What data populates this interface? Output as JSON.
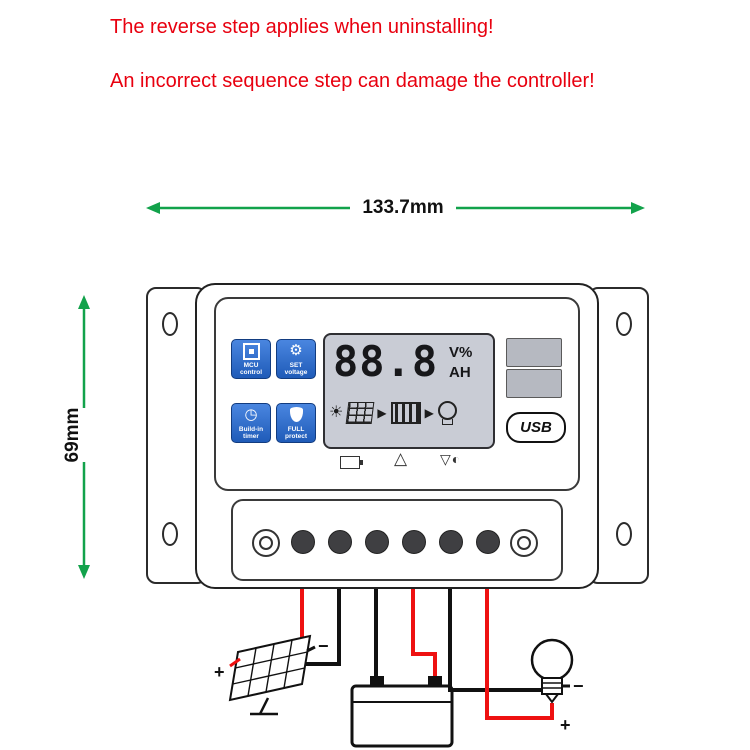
{
  "warnings": {
    "line1": "The reverse step applies when uninstalling!",
    "line2": "An incorrect sequence step can damage the controller!"
  },
  "dimensions": {
    "width_label": "133.7mm",
    "height_label": "69mm"
  },
  "controller": {
    "feature_buttons": [
      {
        "label": "MCU control",
        "icon": "chip-icon"
      },
      {
        "label": "SET voltage",
        "icon": "gear-icon"
      },
      {
        "label": "Build-in timer",
        "icon": "clock-icon"
      },
      {
        "label": "FULL protect",
        "icon": "shield-icon"
      }
    ],
    "lcd": {
      "value": "88.8",
      "unit_top": "V%",
      "unit_bottom": "AH",
      "flow_icons": [
        "sun-icon",
        "solar-panel-icon",
        "arrow-right-icon",
        "battery-icon",
        "arrow-right-icon",
        "bulb-icon"
      ]
    },
    "usb_label": "USB",
    "touch_buttons": [
      "battery-select-icon",
      "up-arrow-icon",
      "down-arrow-contrast-icon"
    ]
  },
  "wiring": {
    "solar_plus": "+",
    "solar_minus": "−",
    "load_minus": "−",
    "load_plus": "+"
  },
  "colors": {
    "warning_red": "#e8000f",
    "dimension_green": "#12a24b",
    "wire_red": "#ee1111",
    "wire_black": "#111111",
    "button_blue": "#2f6bd0",
    "lcd_bg": "#c9ccd5"
  }
}
